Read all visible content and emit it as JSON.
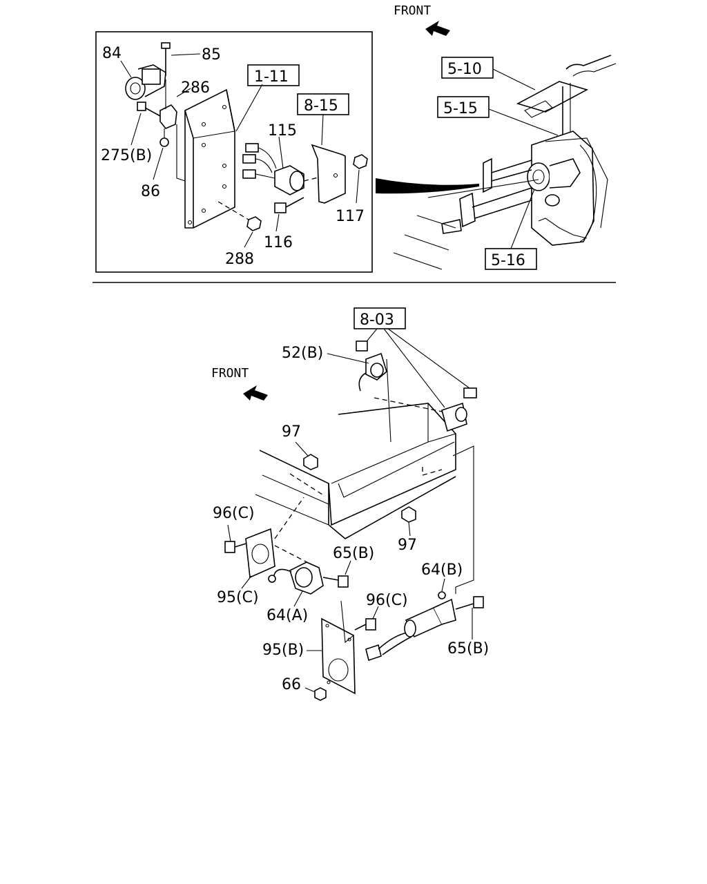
{
  "top": {
    "front": "FRONT",
    "refs": [
      "5-10",
      "5-15",
      "5-16"
    ],
    "inset": {
      "refs": [
        "1-11",
        "8-15"
      ],
      "labels": [
        "84",
        "85",
        "286",
        "275(B)",
        "86",
        "115",
        "117",
        "116",
        "288"
      ]
    }
  },
  "bottom": {
    "front": "FRONT",
    "ref": "8-03",
    "labels": [
      "52(B)",
      "97",
      "97",
      "96(C)",
      "65(B)",
      "95(C)",
      "64(A)",
      "64(B)",
      "96(C)",
      "95(B)",
      "65(B)",
      "66"
    ]
  }
}
